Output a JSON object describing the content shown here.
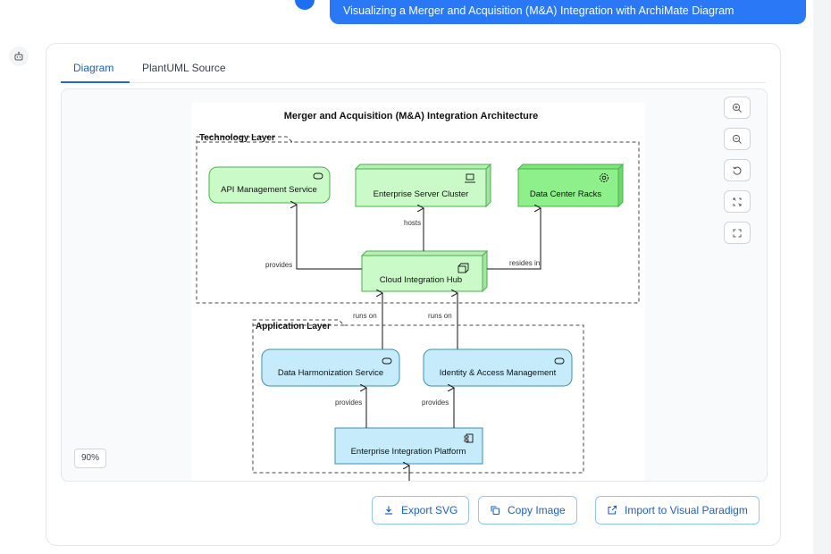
{
  "user_message": "Visualizing a Merger and Acquisition (M&A) Integration with ArchiMate Diagram",
  "tabs": [
    {
      "label": "Diagram",
      "active": true
    },
    {
      "label": "PlantUML Source",
      "active": false
    }
  ],
  "diagram": {
    "title": "Merger and Acquisition (M&A) Integration Architecture",
    "technology_layer": {
      "label": "Technology Layer",
      "nodes": {
        "api_management": "API Management Service",
        "server_cluster": "Enterprise Server Cluster",
        "data_center": "Data Center Racks",
        "integration_hub": "Cloud Integration Hub"
      },
      "edges": {
        "provides": "provides",
        "hosts": "hosts",
        "resides_in": "resides in"
      }
    },
    "between_layers": {
      "runs_on_left": "runs on",
      "runs_on_right": "runs on"
    },
    "application_layer": {
      "label": "Application Layer",
      "nodes": {
        "data_harmonization": "Data Harmonization Service",
        "identity_access": "Identity & Access Management",
        "integration_platform": "Enterprise Integration Platform"
      },
      "edges": {
        "provides_left": "provides",
        "provides_right": "provides"
      }
    },
    "colors": {
      "tech_fill": "#c9fac8",
      "tech_fill_dark": "#8ef08a",
      "tech_stroke": "#4caf50",
      "app_fill": "#c6ecfb",
      "app_stroke": "#3a8fb7"
    }
  },
  "zoom": {
    "level": "90%",
    "controls": [
      "zoom-in-icon",
      "zoom-out-icon",
      "reset-icon",
      "fit-icon",
      "fullscreen-icon"
    ]
  },
  "actions": {
    "export_svg": "Export SVG",
    "copy_image": "Copy Image",
    "import_vp": "Import to Visual Paradigm"
  }
}
